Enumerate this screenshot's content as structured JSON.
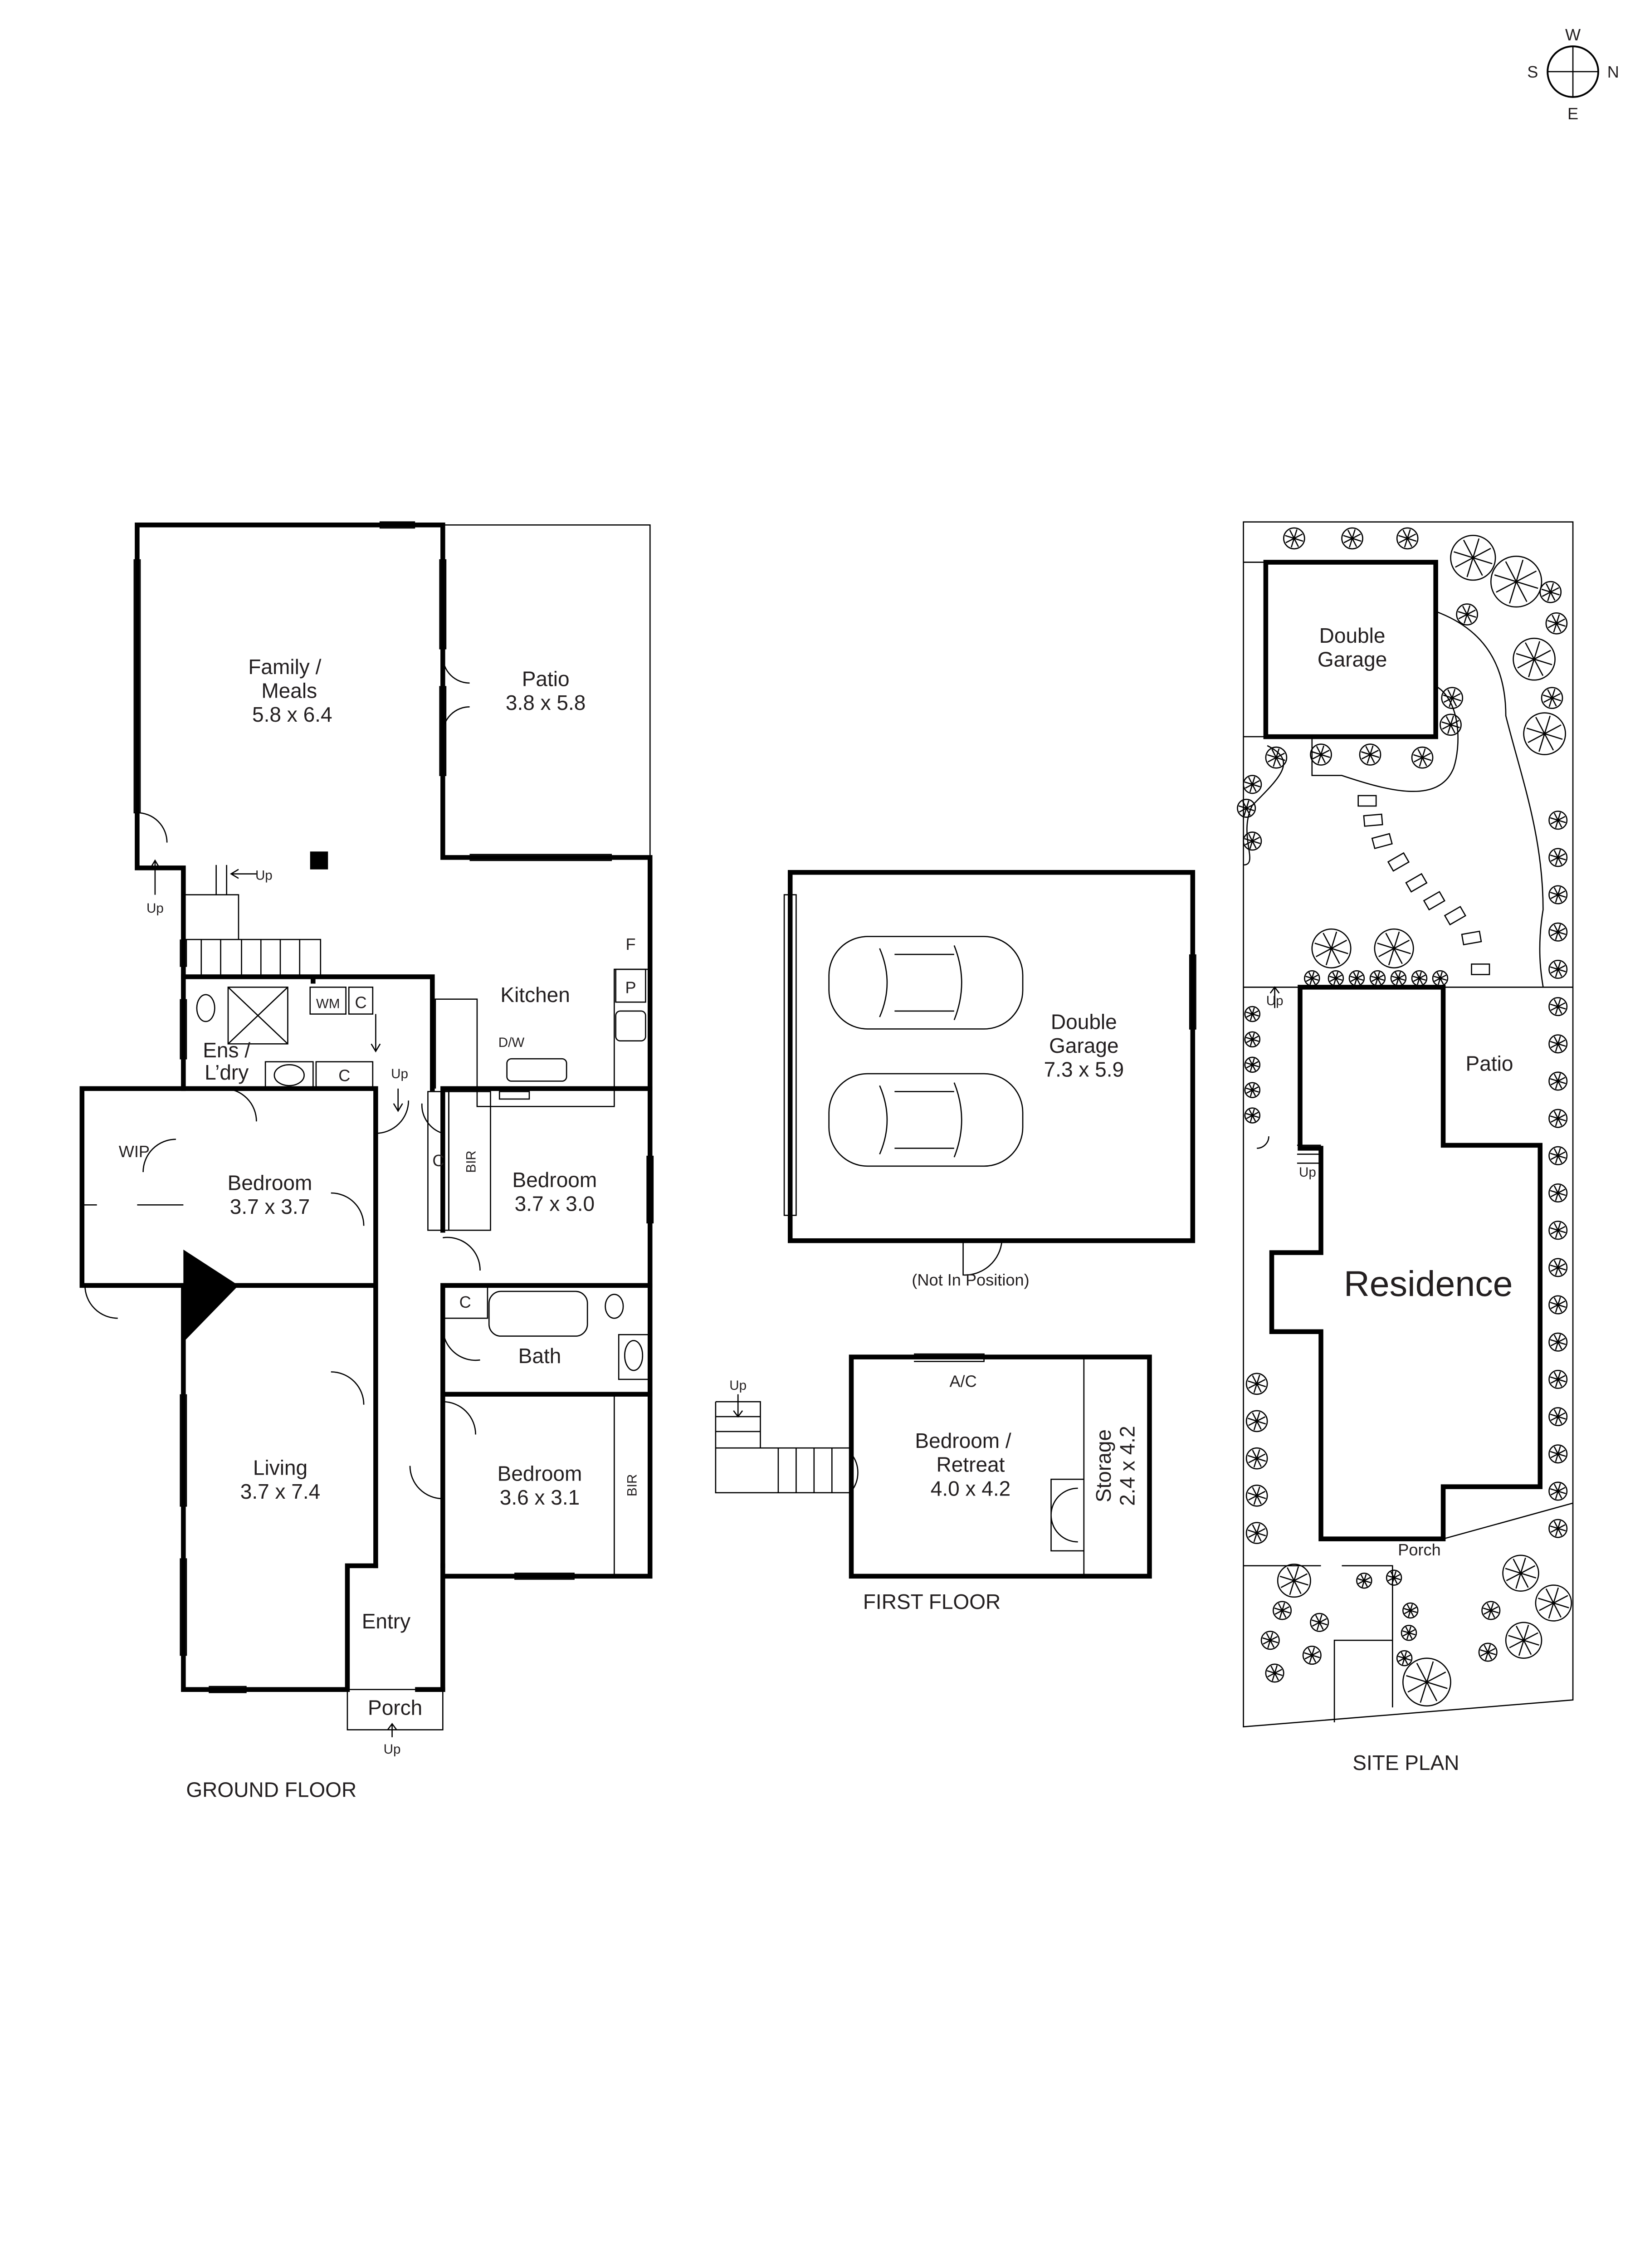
{
  "compass": {
    "north": "N",
    "south": "S",
    "east": "E",
    "west": "W"
  },
  "ground_floor": {
    "title": "GROUND FLOOR",
    "rooms": {
      "family": {
        "name": "Family /",
        "name2": "Meals",
        "size": "5.8 x 6.4"
      },
      "patio": {
        "name": "Patio",
        "size": "3.8 x 5.8"
      },
      "kitchen": {
        "name": "Kitchen"
      },
      "ensuite": {
        "name": "Ens /",
        "name2": "L’dry"
      },
      "wip": {
        "name": "WIP"
      },
      "bedroom1": {
        "name": "Bedroom",
        "size": "3.7 x 3.7"
      },
      "bedroom2": {
        "name": "Bedroom",
        "size": "3.7 x 3.0"
      },
      "bath": {
        "name": "Bath"
      },
      "bedroom3": {
        "name": "Bedroom",
        "size": "3.6 x 3.1"
      },
      "living": {
        "name": "Living",
        "size": "3.7 x 7.4"
      },
      "entry": {
        "name": "Entry"
      },
      "porch": {
        "name": "Porch"
      }
    },
    "fixtures": {
      "f": "F",
      "p": "P",
      "dw": "D/W",
      "wm": "WM",
      "c": "C",
      "bir": "BIR",
      "up": "Up"
    }
  },
  "garage": {
    "name": "Double",
    "name2": "Garage",
    "size": "7.3 x 5.9",
    "note": "(Not In Position)"
  },
  "first_floor": {
    "title": "FIRST FLOOR",
    "retreat": {
      "name": "Bedroom /",
      "name2": "Retreat",
      "size": "4.0 x 4.2"
    },
    "storage": {
      "name": "Storage",
      "size": "2.4 x 4.2"
    },
    "ac": "A/C",
    "up": "Up"
  },
  "site_plan": {
    "title": "SITE PLAN",
    "garage": {
      "name": "Double",
      "name2": "Garage"
    },
    "residence": "Residence",
    "patio": "Patio",
    "porch": "Porch",
    "up": "Up"
  }
}
